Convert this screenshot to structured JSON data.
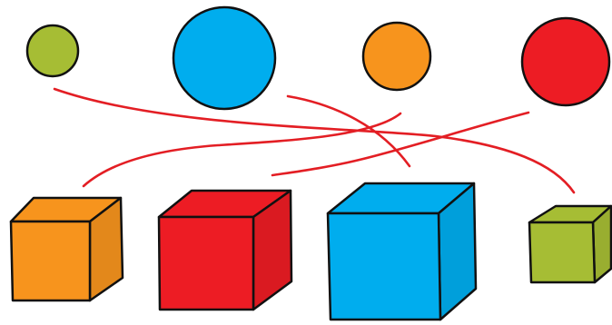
{
  "title": "",
  "colors": {
    "green": "#a6bd34",
    "blue": "#00adee",
    "orange": "#f7941d",
    "red": "#ed1c24",
    "outline": "#111111",
    "link": "#e31e24"
  },
  "circles": [
    {
      "id": "circle-small-green",
      "color_key": "green",
      "relative_size": "small"
    },
    {
      "id": "circle-large-blue",
      "color_key": "blue",
      "relative_size": "large"
    },
    {
      "id": "circle-medium-orange",
      "color_key": "orange",
      "relative_size": "medium"
    },
    {
      "id": "circle-large-red",
      "color_key": "red",
      "relative_size": "large"
    }
  ],
  "cubes": [
    {
      "id": "cube-medium-orange",
      "color_key": "orange",
      "relative_size": "medium"
    },
    {
      "id": "cube-large-red",
      "color_key": "red",
      "relative_size": "large"
    },
    {
      "id": "cube-large-blue",
      "color_key": "blue",
      "relative_size": "large"
    },
    {
      "id": "cube-small-green",
      "color_key": "green",
      "relative_size": "small"
    }
  ],
  "links": [
    {
      "from": "circle-small-green",
      "to": "cube-small-green"
    },
    {
      "from": "circle-large-blue",
      "to": "cube-large-blue"
    },
    {
      "from": "circle-medium-orange",
      "to": "cube-medium-orange"
    },
    {
      "from": "circle-large-red",
      "to": "cube-large-red"
    }
  ]
}
